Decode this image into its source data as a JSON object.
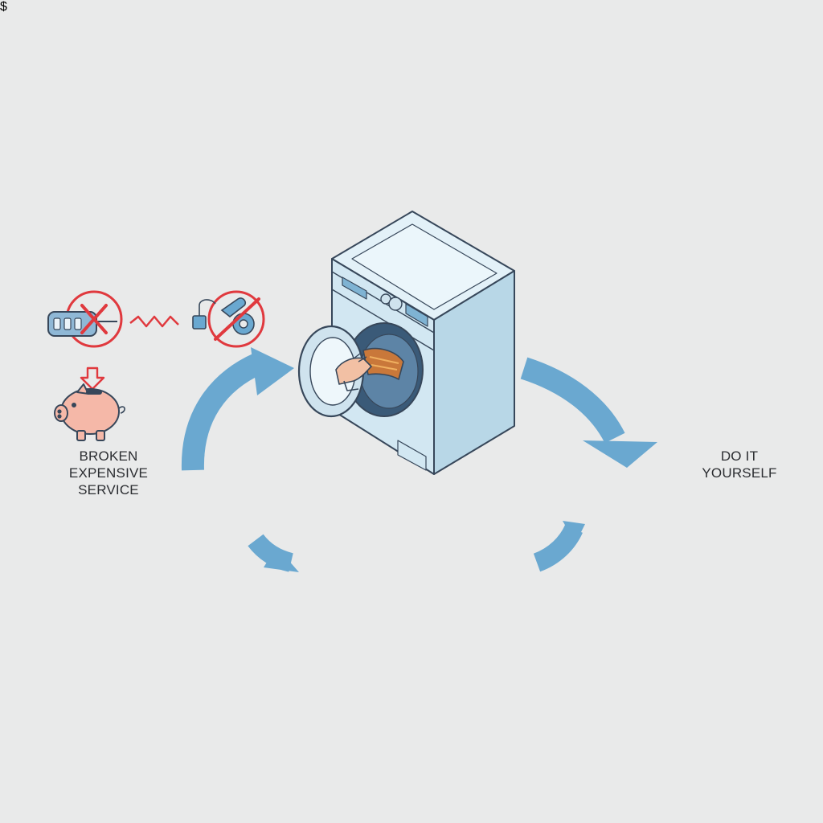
{
  "left_panel": {
    "lines": [
      "BROKEN",
      "EXPENSIVE",
      "SERVICE"
    ]
  },
  "right_panel": {
    "lines": [
      "DO IT",
      "YOURSELF"
    ]
  },
  "icons": {
    "broken_part": "broken-heating-element-icon",
    "no_service": "no-service-icon",
    "piggy_loss": "piggy-bank-loss-icon",
    "piggy_blocked": "piggy-bank-blocked-icon",
    "check": "check-icon",
    "piggy_gain": "piggy-bank-gain-icon",
    "strength": "flexed-arm-icon"
  },
  "steps": [
    {
      "icon": "old-heating-element-icon"
    },
    {
      "icon": "new-heating-element-icon"
    },
    {
      "icon": "wrench-hand-icon"
    },
    {
      "icon": "water-power-reconnect-icon"
    }
  ],
  "colors": {
    "negative": "#e0393e",
    "positive": "#4cae4c",
    "flow": "#6aa8d0",
    "up_arrow": "#5cb85c",
    "piggy": "#f5b8a8",
    "machine": "#d8ebf4",
    "outline": "#37475a"
  }
}
